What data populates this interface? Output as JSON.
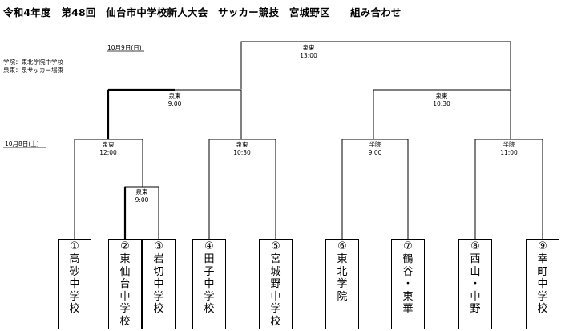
{
  "title": "令和4年度　第48回　仙台市中学校新人大会　サッカー競技　宮城野区　　組み合わせ",
  "legend": [
    "学院：東北学院中学校",
    "泉東：泉サッカー場東"
  ],
  "dates": {
    "day1": "10月8日(土)",
    "day2": "10月9日(日)"
  },
  "matches": {
    "final": {
      "venue": "泉東",
      "time": "13:00"
    },
    "semi_left": {
      "venue": "泉東",
      "time": "9:00"
    },
    "semi_right": {
      "venue": "泉東",
      "time": "10:30"
    },
    "qf1": {
      "venue": "泉東",
      "time": "12:00"
    },
    "qf2": {
      "venue": "泉東",
      "time": "10:30"
    },
    "qf3": {
      "venue": "学院",
      "time": "9:00"
    },
    "qf4": {
      "venue": "学院",
      "time": "11:00"
    },
    "r1": {
      "venue": "泉東",
      "time": "9:00"
    }
  },
  "teams": [
    {
      "num": "①",
      "name": "高砂中学校"
    },
    {
      "num": "②",
      "name": "東仙台中学校"
    },
    {
      "num": "③",
      "name": "岩切中学校"
    },
    {
      "num": "④",
      "name": "田子中学校"
    },
    {
      "num": "⑤",
      "name": "宮城野中学校"
    },
    {
      "num": "⑥",
      "name": "東北学院"
    },
    {
      "num": "⑦",
      "name": "鶴谷・東華"
    },
    {
      "num": "⑧",
      "name": "西山・中野"
    },
    {
      "num": "⑨",
      "name": "幸町中学校"
    }
  ]
}
